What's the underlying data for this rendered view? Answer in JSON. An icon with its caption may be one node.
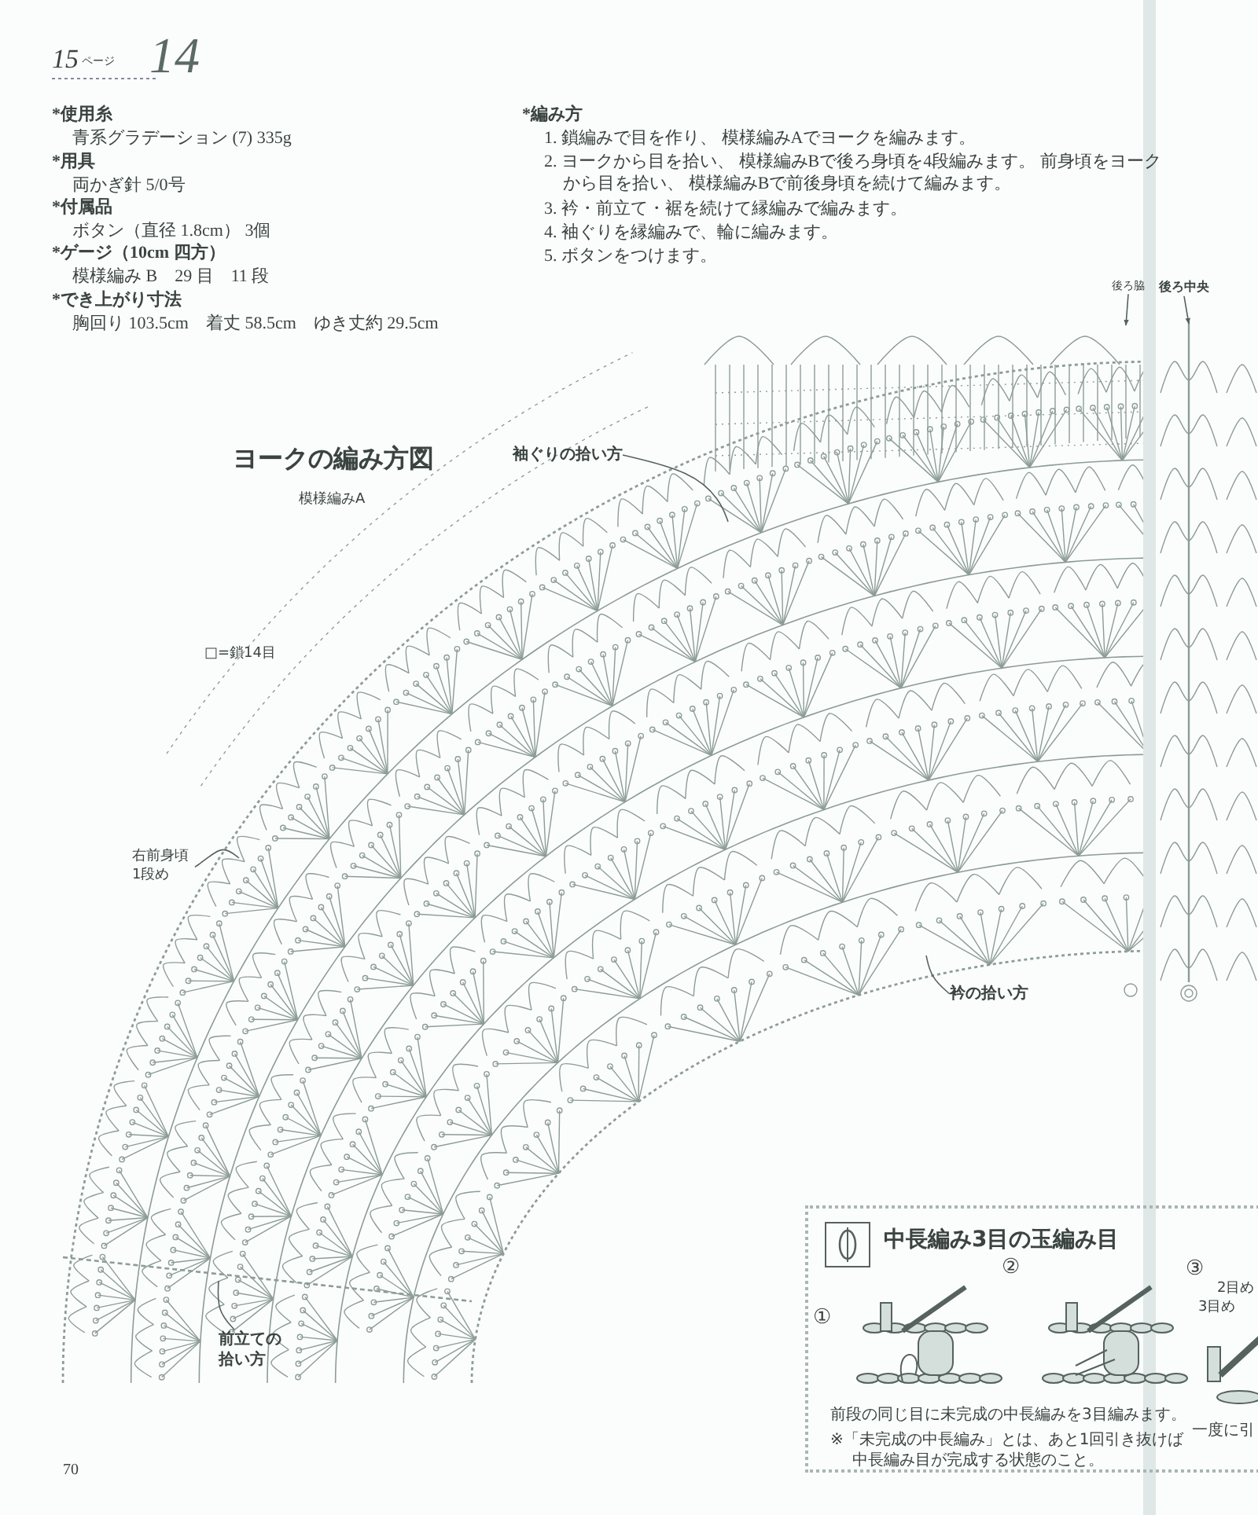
{
  "diagram": {
    "title": "ヨークの編み方図",
    "nodes": [
      {
        "text": [
          "袖ぐりの拾い方"
        ]
      },
      {
        "text": [
          "右前身頃 1段め"
        ]
      },
      {
        "text": [
          "衿の拾い方"
        ]
      },
      {
        "text": [
          "前立ての拾い方"
        ]
      },
      {
        "text": [
          "後ろ脇"
        ]
      },
      {
        "text": [
          "後ろ中央"
        ]
      },
      {
        "text": [
          "中長編み3目の玉編み目",
          "前段の同じ目に未完成の中長編みを3目編みます。",
          "※「未完成の中長編み」とは、あと1回引き抜けば中長編み目が完成する状態のこと。"
        ]
      }
    ],
    "edges": [
      {
        "from": 0,
        "to": null,
        "arrow": "none"
      },
      {
        "from": 1,
        "to": null,
        "arrow": "none"
      },
      {
        "from": 2,
        "to": null,
        "arrow": "none"
      },
      {
        "from": 3,
        "to": null,
        "arrow": "none"
      },
      {
        "from": 4,
        "to": null,
        "arrow": "to"
      },
      {
        "from": 5,
        "to": null,
        "arrow": "to"
      }
    ],
    "labels": [
      "15",
      "ページ",
      "14",
      "*使用糸",
      "青系グラデーション (7) 335g",
      "*用具",
      "両かぎ針 5/0号",
      "*付属品",
      "ボタン（直径 1.8cm） 3個",
      "*ゲージ（10cm 四方）",
      "模様編み B　29 目　11 段",
      "*でき上がり寸法",
      "胸回り 103.5cm　着丈 58.5cm　ゆき丈約 29.5cm",
      "*編み方",
      "1. 鎖編みで目を作り、 模様編みAでヨークを編みます。",
      "2. ヨークから目を拾い、 模様編みBで後ろ身頃を4段編みます。 前身頃をヨークから目を拾い、 模様編みBで前後身頃を続けて編みます。",
      "3. 衿・前立て・裾を続けて縁編みで編みます。",
      "4. 袖ぐりを縁編みで、輪に編みます。",
      "5. ボタンをつけます。",
      "模様編みA",
      "□=鎖14目",
      "①",
      "②",
      "③",
      "2目め",
      "3目め",
      "一度に引",
      "70"
    ]
  }
}
